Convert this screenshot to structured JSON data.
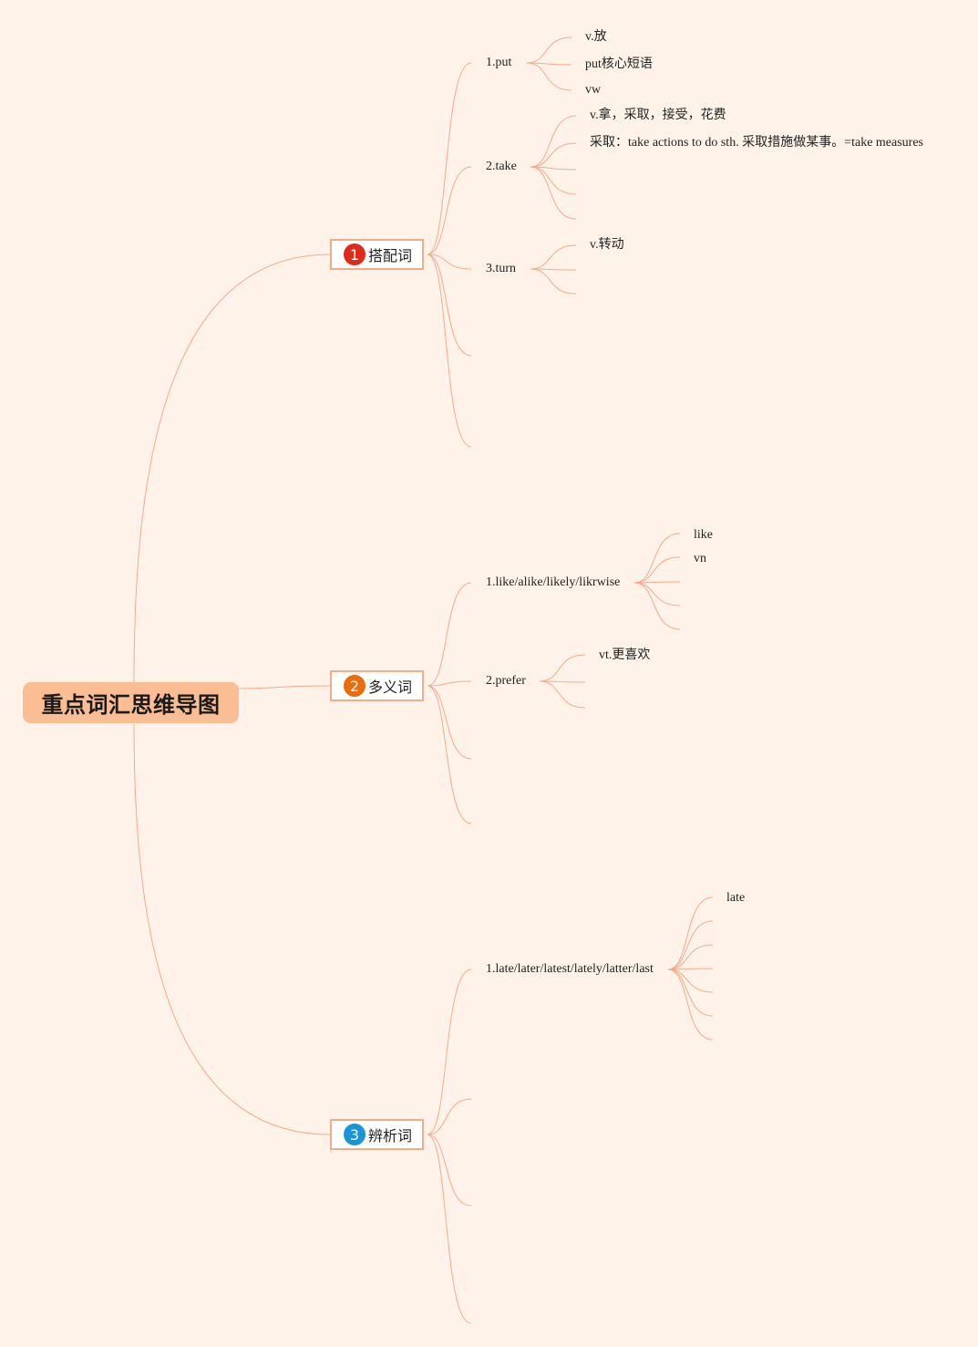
{
  "root": {
    "title": "重点词汇思维导图",
    "color": "#fbbd93"
  },
  "line_color": "#f6a989",
  "branches": [
    {
      "label": "搭配词",
      "badge": "1",
      "badge_color": "#dd2a1b",
      "items": [
        {
          "label": "1.put",
          "children": [
            "v.放",
            "put核心短语",
            "vw"
          ]
        },
        {
          "label": "2.take",
          "children": [
            "v.拿，采取，接受，花费",
            "采取：take actions to do sth. 采取措施做某事。=take measures",
            "",
            "",
            ""
          ]
        },
        {
          "label": "3.turn",
          "children": [
            "v.转动",
            "",
            ""
          ]
        },
        {
          "label": "",
          "children": []
        },
        {
          "label": "",
          "children": []
        }
      ]
    },
    {
      "label": "多义词",
      "badge": "2",
      "badge_color": "#ea6b10",
      "items": [
        {
          "label": "1.like/alike/likely/likrwise",
          "children": [
            "like",
            "vn",
            "",
            "",
            ""
          ]
        },
        {
          "label": "2.prefer",
          "children": [
            "vt.更喜欢",
            "",
            ""
          ]
        },
        {
          "label": "",
          "children": []
        },
        {
          "label": "",
          "children": []
        }
      ]
    },
    {
      "label": "辨析词",
      "badge": "3",
      "badge_color": "#1a93d8",
      "items": [
        {
          "label": "1.late/later/latest/lately/latter/last",
          "children": [
            "late",
            "",
            "",
            "",
            "",
            "",
            ""
          ]
        },
        {
          "label": "",
          "children": []
        },
        {
          "label": "",
          "children": []
        },
        {
          "label": "",
          "children": []
        }
      ]
    }
  ]
}
